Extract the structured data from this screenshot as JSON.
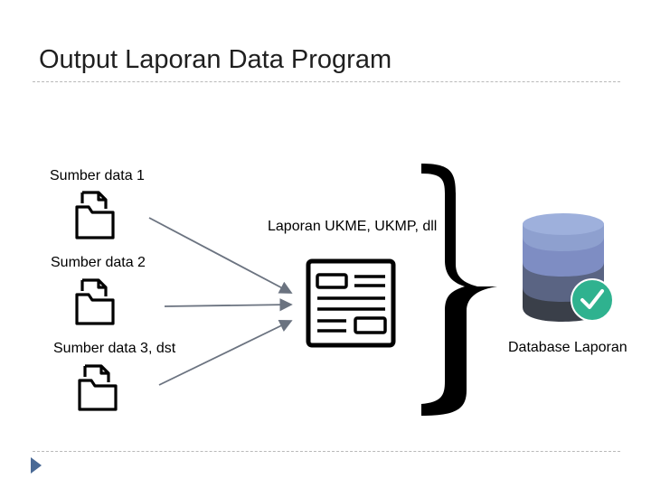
{
  "title": "Output Laporan Data Program",
  "sources": [
    {
      "label": "Sumber data 1",
      "icon": "file-folder-icon"
    },
    {
      "label": "Sumber data 2",
      "icon": "file-folder-icon"
    },
    {
      "label": "Sumber data 3, dst",
      "icon": "file-folder-icon"
    }
  ],
  "report": {
    "label": "Laporan UKME, UKMP, dll",
    "icon": "report-form-icon"
  },
  "database": {
    "label": "Database Laporan",
    "icon": "database-check-icon"
  },
  "colors": {
    "arrow": "#6b7380",
    "db_top": "#8ea0cf",
    "db_mid1": "#7e8dc3",
    "db_mid2": "#5a6483",
    "db_bottom": "#3a3f49",
    "check": "#2fb28f",
    "marker": "#4a6a96"
  }
}
